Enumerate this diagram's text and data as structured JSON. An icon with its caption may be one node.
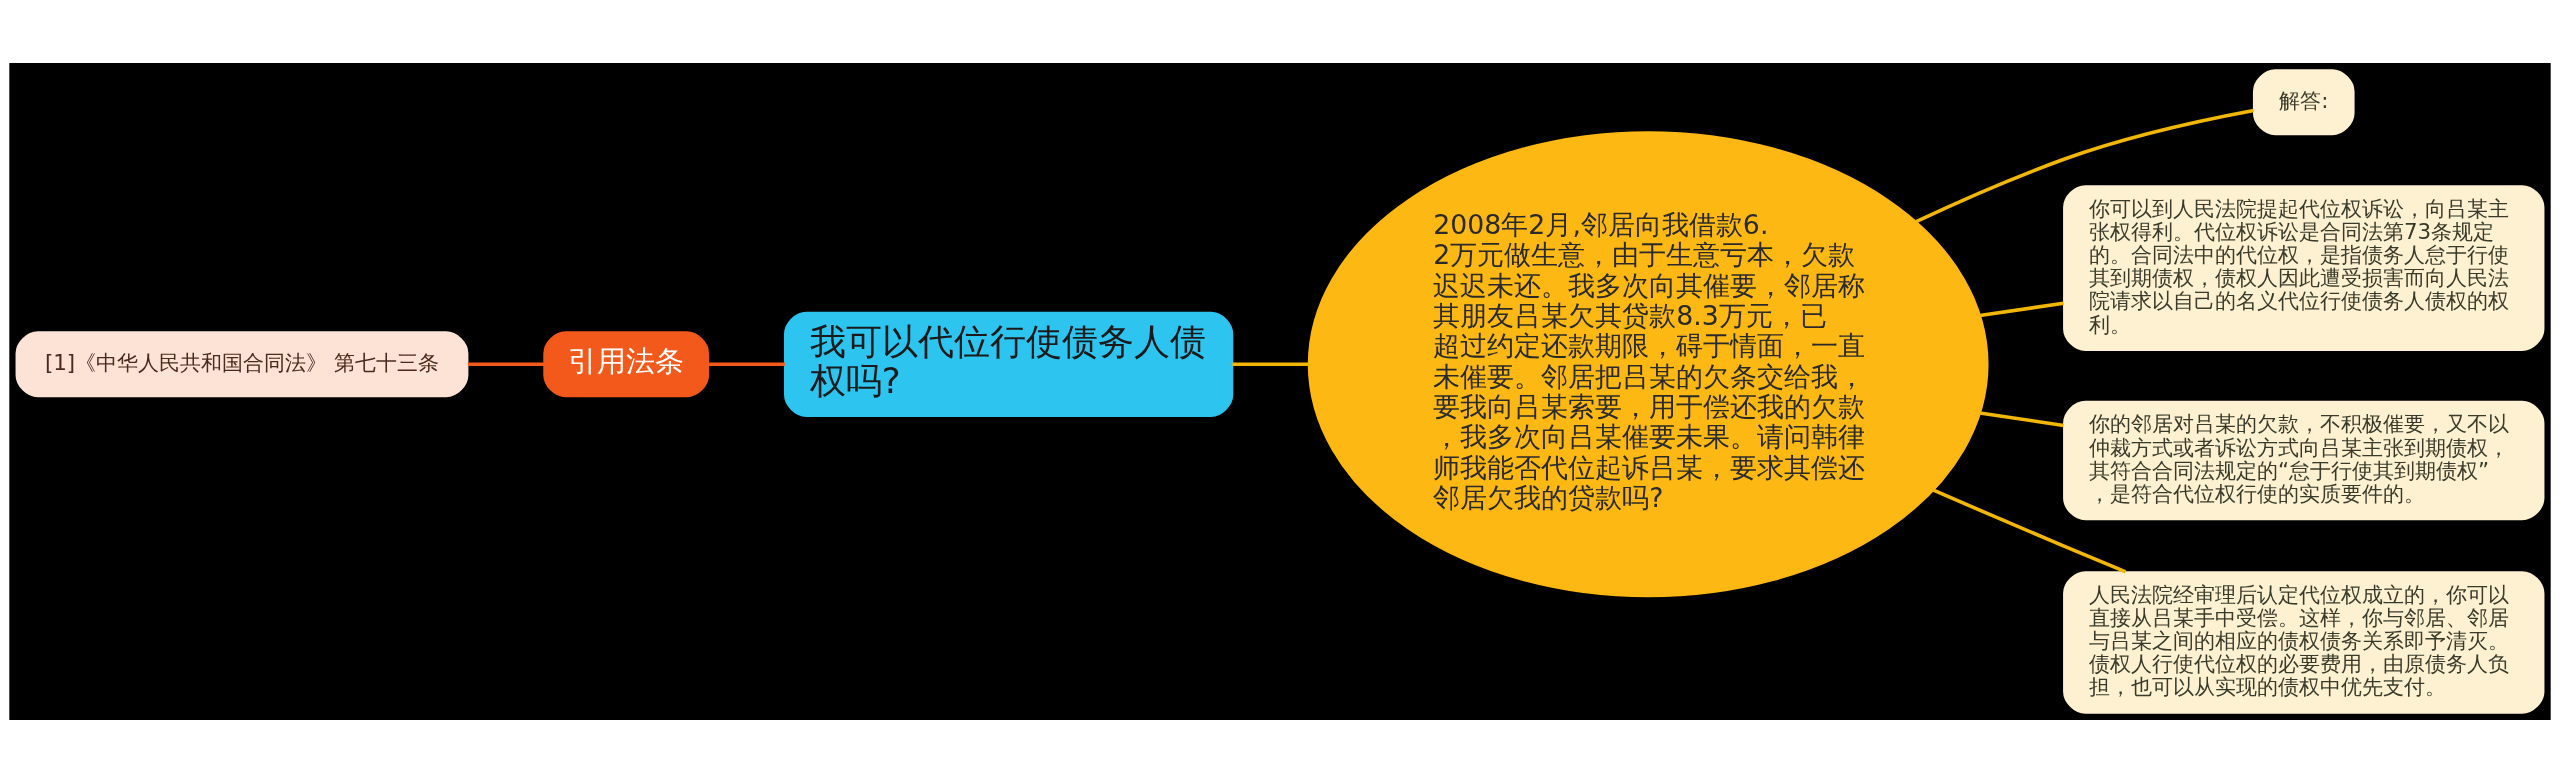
{
  "diagram": {
    "nodes": [
      {
        "text": [
          "我可以代位行使债务人债权吗?"
        ]
      },
      {
        "text": [
          "引用法条"
        ]
      },
      {
        "text": [
          "[1]《中华人民共和国合同法》 第七十三条"
        ]
      },
      {
        "text": [
          "2008年2月,邻居向我借款6.2万元做生意，由于生意亏本，欠款迟迟未还。我多次向其催要，邻居称其朋友吕某欠其贷款8.3万元，已超过约定还款期限，碍于情面，一直未催要。邻居把吕某的欠条交给我，要我向吕某索要，用于偿还我的欠款，我多次向吕某催要未果。请问韩律师我能否代位起诉吕某，要求其偿还邻居欠我的贷款吗?"
        ]
      },
      {
        "text": [
          "解答:"
        ]
      },
      {
        "text": [
          "你可以到人民法院提起代位权诉讼，向吕某主张权得利。代位权诉讼是合同法第73条规定的。合同法中的代位权，是指债务人怠于行使其到期债权，债权人因此遭受损害而向人民法院请求以自己的名义代位行使债务人债权的权利。"
        ]
      },
      {
        "text": [
          "你的邻居对吕某的欠款，不积极催要，又不以仲裁方式或者诉讼方式向吕某主张到期债权，其符合合同法规定的“怠于行使其到期债权”，是符合代位权行使的实质要件的。"
        ]
      },
      {
        "text": [
          "人民法院经审理后认定代位权成立的，你可以直接从吕某手中受偿。这样，你与邻居、邻居与吕某之间的相应的债权债务关系即予清灭。债权人行使代位权的必要费用，由原债务人负担，也可以从实现的债权中优先支付。"
        ]
      }
    ],
    "edges": [
      {
        "from": 0,
        "to": 1,
        "arrow": "none",
        "color": "#f2591a"
      },
      {
        "from": 1,
        "to": 2,
        "arrow": "none",
        "color": "#f2591a"
      },
      {
        "from": 0,
        "to": 3,
        "arrow": "none"
      },
      {
        "from": 3,
        "to": 4,
        "arrow": "none"
      },
      {
        "from": 3,
        "to": 5,
        "arrow": "none"
      },
      {
        "from": 3,
        "to": 6,
        "arrow": "none"
      },
      {
        "from": 3,
        "to": 7,
        "arrow": "none"
      }
    ]
  }
}
